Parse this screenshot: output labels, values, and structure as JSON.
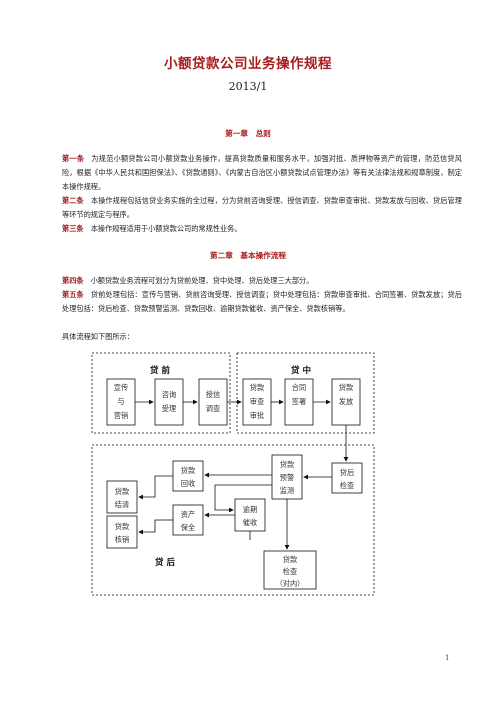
{
  "doc": {
    "title": "小额贷款公司业务操作规程",
    "date": "2013/1",
    "chapter1": "第一章　总则",
    "art1_label": "第一条",
    "art1_text": "为规范小额贷款公司小额贷款业务操作，提高贷款质量和服务水平，加强对抵、质押物等资产的管理，防范信贷风险，根据《中华人民共和国担保法》、《贷款通则》、《内蒙古自治区小额贷款试点管理办法》等有关法律法规和规章制度，制定本操作规程。",
    "art2_label": "第二条",
    "art2_text": "本操作规程包括信贷业务实施的全过程，分为贷前咨询受理、授信调查、贷款审查审批、贷款发放与回收、贷后管理等环节的规定与程序。",
    "art3_label": "第三条",
    "art3_text": "本操作规程适用于小额贷款公司的常规性业务。",
    "chapter2": "第二章　基本操作流程",
    "art4_label": "第四条",
    "art4_text": "小额贷款业务流程可划分为贷前处理、贷中处理、贷后处理三大部分。",
    "art5_label": "第五条",
    "art5_text": "贷前处理包括：宣传与营销、贷前咨询受理、授信调查；贷中处理包括：贷款审查审批、合同签署、贷款发放；贷后处理包括：贷后检查、贷款预警监测、贷款回收、逾期贷款催收、资产保全、贷款核销等。",
    "flow_intro": "具体流程如下图所示：",
    "page_number": "1"
  },
  "flow": {
    "region_pre": "贷 前",
    "region_mid": "贷 中",
    "region_post": "贷 后",
    "box_promo": [
      "宣传",
      "与",
      "营销"
    ],
    "box_consult": [
      "咨询",
      "受理"
    ],
    "box_credit": [
      "授信",
      "调查"
    ],
    "box_review": [
      "贷款",
      "审查",
      "审批"
    ],
    "box_contract": [
      "合同",
      "签署"
    ],
    "box_disburse": [
      "贷款",
      "发放"
    ],
    "box_postcheck": [
      "贷后",
      "检查"
    ],
    "box_warning": [
      "贷款",
      "预警",
      "监测"
    ],
    "box_recover": [
      "贷款",
      "回收"
    ],
    "box_overdue": [
      "逾期",
      "催收"
    ],
    "box_asset": [
      "资产",
      "保全"
    ],
    "box_settle": [
      "贷款",
      "结清"
    ],
    "box_writeoff": [
      "贷款",
      "核销"
    ],
    "box_internal": [
      "贷款",
      "检查",
      "（对内）"
    ]
  }
}
